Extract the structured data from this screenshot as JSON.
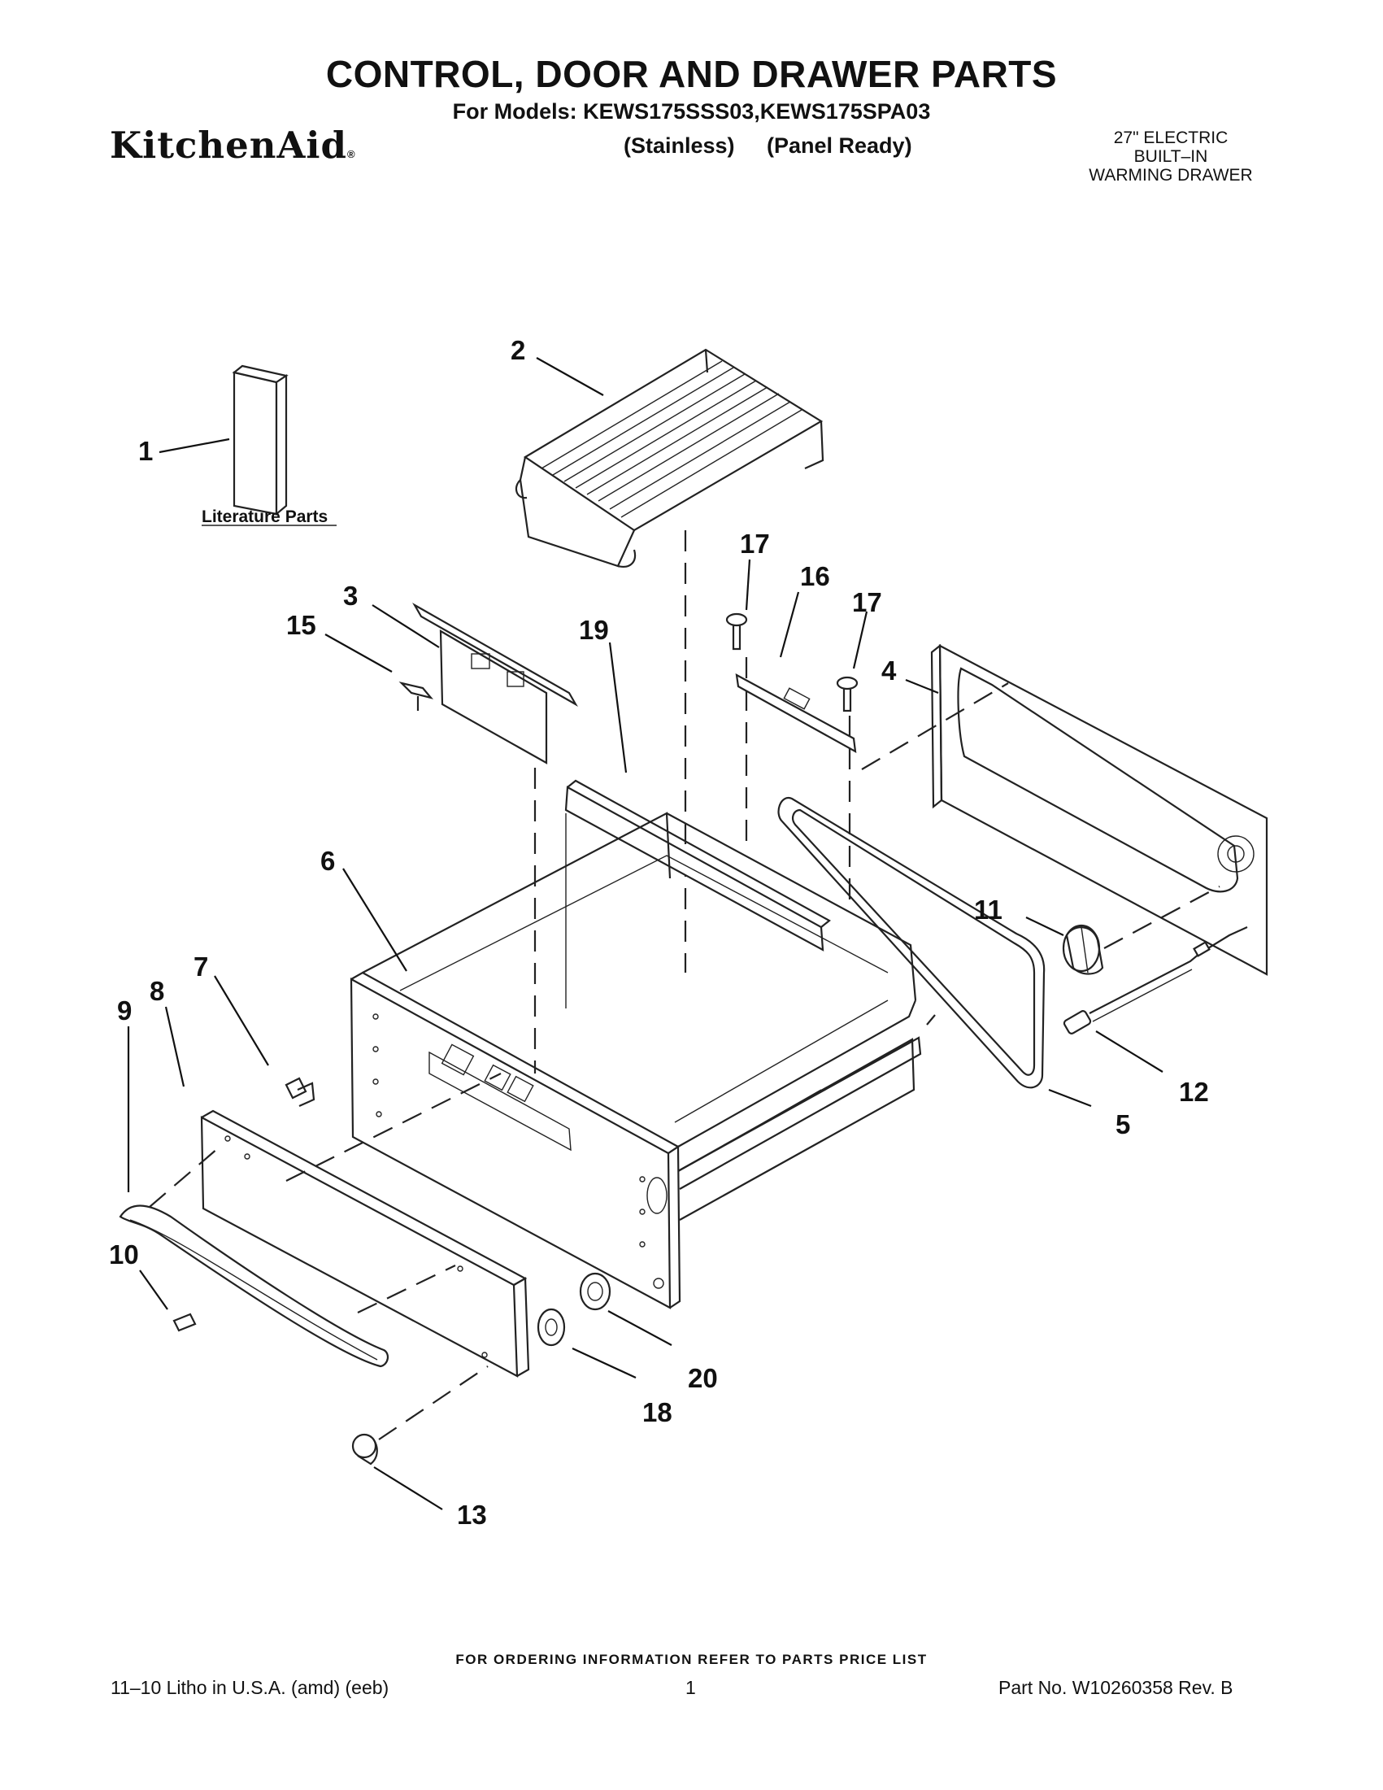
{
  "header": {
    "title": "CONTROL, DOOR AND DRAWER PARTS",
    "models_line": "For Models: KEWS175SSS03,KEWS175SPA03",
    "brand": "KitchenAid",
    "brand_mark": "®",
    "finish_1": "(Stainless)",
    "finish_2": "(Panel Ready)",
    "product_lines": [
      "27\" ELECTRIC",
      "BUILT–IN",
      "WARMING DRAWER"
    ]
  },
  "diagram": {
    "literature_label": "Literature Parts",
    "callouts": [
      "1",
      "2",
      "3",
      "4",
      "5",
      "6",
      "7",
      "8",
      "9",
      "10",
      "11",
      "12",
      "13",
      "15",
      "16",
      "17",
      "17",
      "18",
      "19",
      "20"
    ]
  },
  "footer": {
    "order_note": "FOR ORDERING INFORMATION REFER TO PARTS PRICE LIST",
    "litho": "11–10 Litho in U.S.A. (amd) (eeb)",
    "page": "1",
    "part_no": "Part No. W10260358 Rev. B"
  },
  "colors": {
    "ink": "#111111",
    "paper": "#ffffff"
  }
}
